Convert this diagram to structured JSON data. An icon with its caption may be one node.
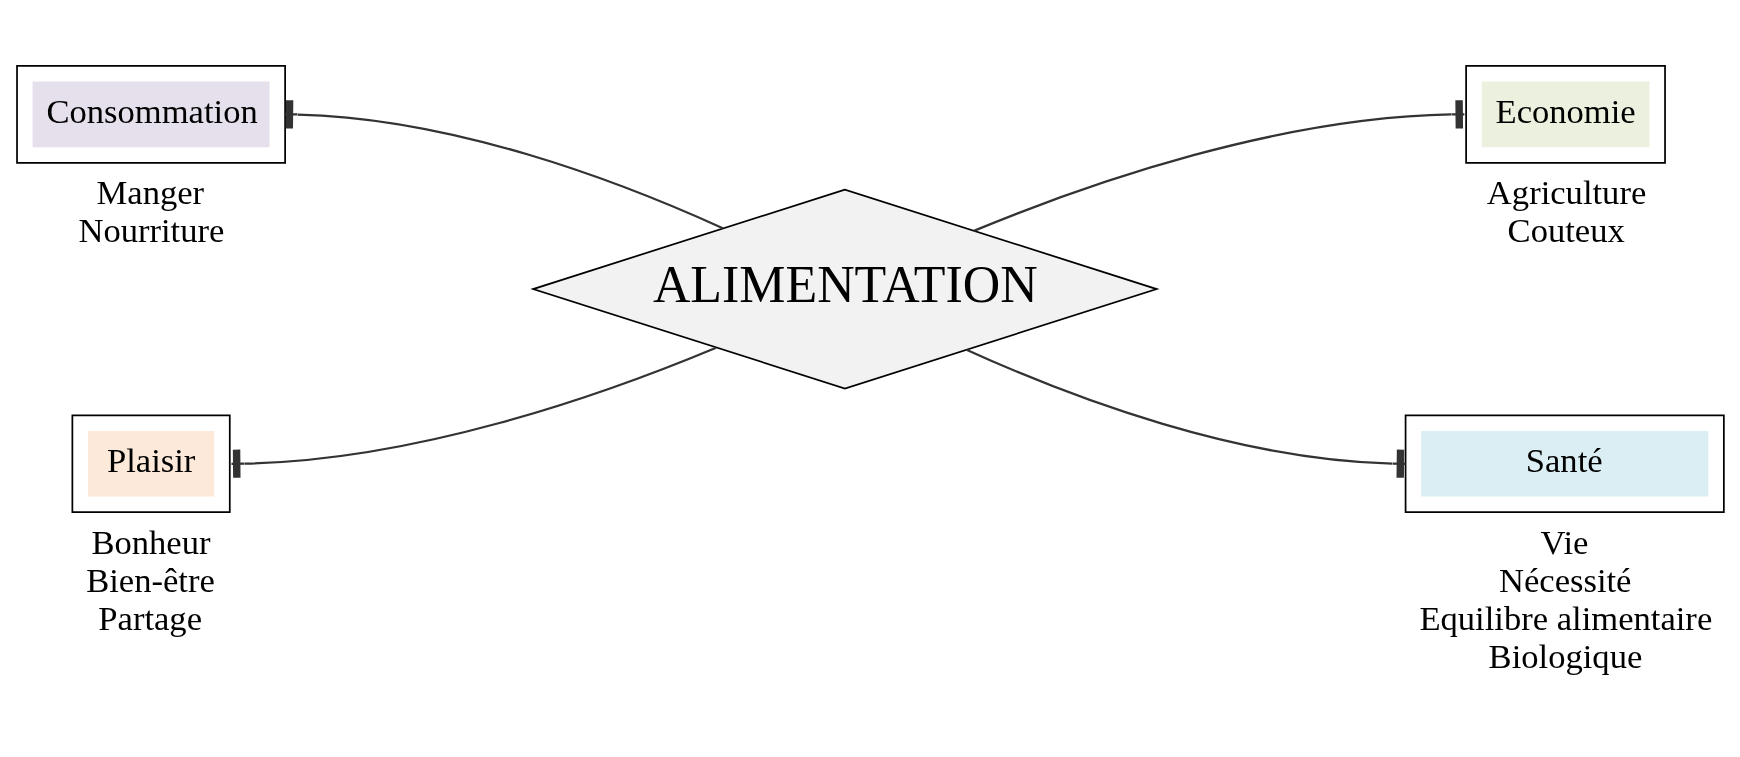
{
  "diagram": {
    "nodes": [
      {
        "text": [
          "ALIMENTATION"
        ]
      },
      {
        "text": [
          "Consommation"
        ],
        "beside": [
          "Manger",
          "Nourriture"
        ]
      },
      {
        "text": [
          "Economie"
        ],
        "beside": [
          "Agriculture",
          "Couteux"
        ]
      },
      {
        "text": [
          "Plaisir"
        ],
        "beside": [
          "Bonheur",
          "Bien-être",
          "Partage"
        ]
      },
      {
        "text": [
          "Santé"
        ],
        "beside": [
          "Vie",
          "Nécessité",
          "Equilibre alimentaire",
          "Biologique"
        ]
      }
    ],
    "edges": [
      {
        "from": 0,
        "to": 1,
        "arrow": "other"
      },
      {
        "from": 0,
        "to": 2,
        "arrow": "other"
      },
      {
        "from": 0,
        "to": 3,
        "arrow": "other"
      },
      {
        "from": 0,
        "to": 4,
        "arrow": "other"
      }
    ]
  }
}
